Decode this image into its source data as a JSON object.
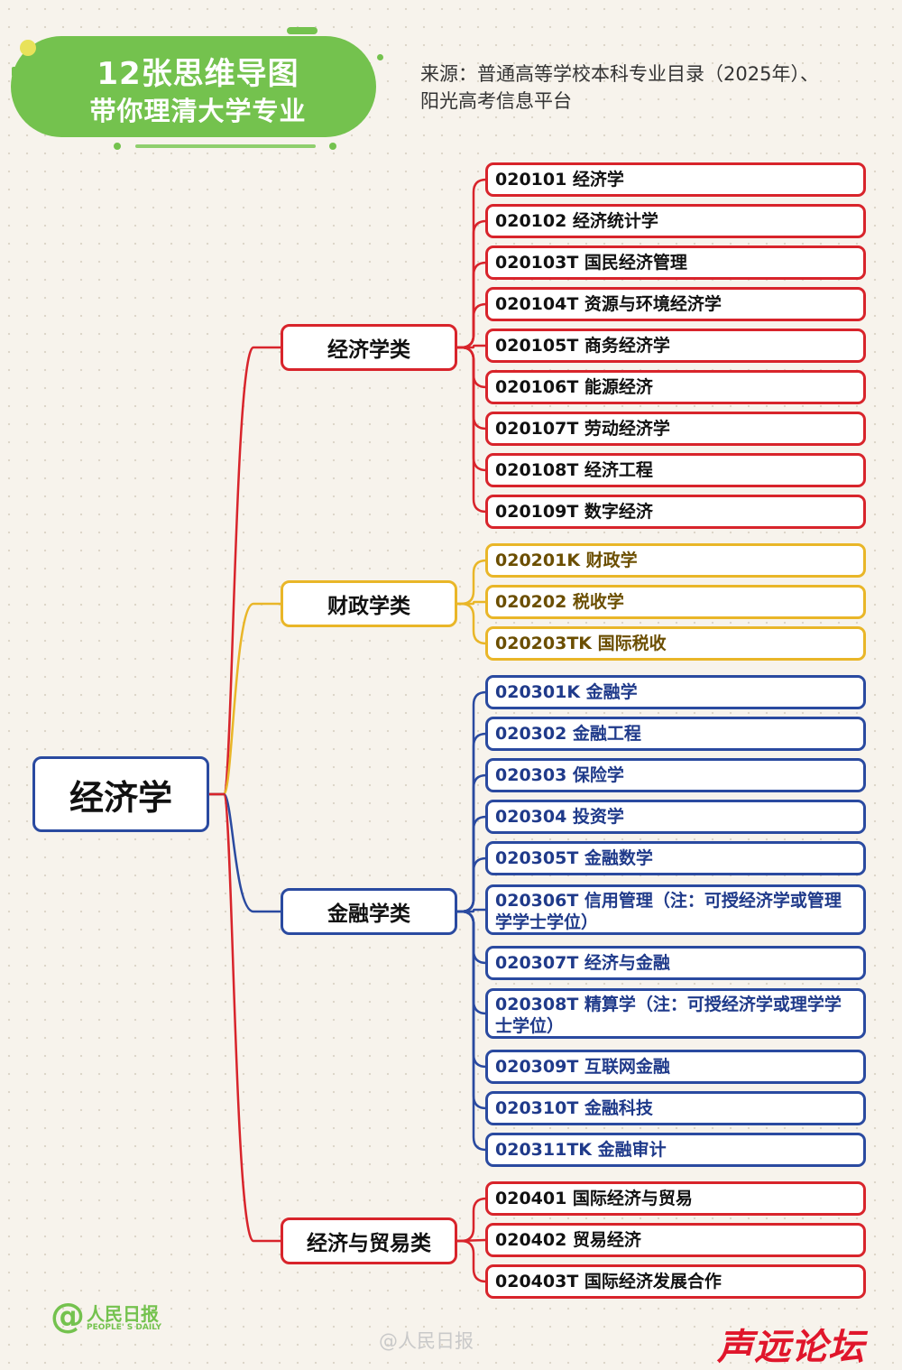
{
  "header": {
    "title": "12张思维导图",
    "subtitle": "带你理清大学专业",
    "brand_color": "#74c24e"
  },
  "source": {
    "line1": "来源：普通高等学校本科专业目录（2025年）、",
    "line2": "阳光高考信息平台"
  },
  "root": {
    "label": "经济学",
    "color": "#2a4aa0"
  },
  "categories": [
    {
      "label": "经济学类",
      "color": "#d8242b",
      "text_color": "#111",
      "items": [
        "020101 经济学",
        "020102 经济统计学",
        "020103T 国民经济管理",
        "020104T 资源与环境经济学",
        "020105T 商务经济学",
        "020106T 能源经济",
        "020107T 劳动经济学",
        "020108T 经济工程",
        "020109T 数字经济"
      ]
    },
    {
      "label": "财政学类",
      "color": "#e9b628",
      "text_color": "#6b4e00",
      "items": [
        "020201K 财政学",
        "020202 税收学",
        "020203TK 国际税收"
      ]
    },
    {
      "label": "金融学类",
      "color": "#2a4aa0",
      "text_color": "#1f3a8a",
      "items": [
        "020301K 金融学",
        "020302 金融工程",
        "020303 保险学",
        "020304 投资学",
        "020305T 金融数学",
        "020306T 信用管理（注：可授经济学或管理学学士学位）",
        "020307T 经济与金融",
        "020308T 精算学（注：可授经济学或理学学士学位）",
        "020309T 互联网金融",
        "020310T 金融科技",
        "020311TK 金融审计"
      ]
    },
    {
      "label": "经济与贸易类",
      "color": "#d8242b",
      "text_color": "#111",
      "items": [
        "020401 国际经济与贸易",
        "020402 贸易经济",
        "020403T 国际经济发展合作"
      ]
    }
  ],
  "watermarks": {
    "logo_symbol": "@",
    "logo_cn": "人民日报",
    "logo_en": "PEOPLE' S DAILY",
    "weibo": "@人民日报",
    "forum": "声远论坛"
  }
}
